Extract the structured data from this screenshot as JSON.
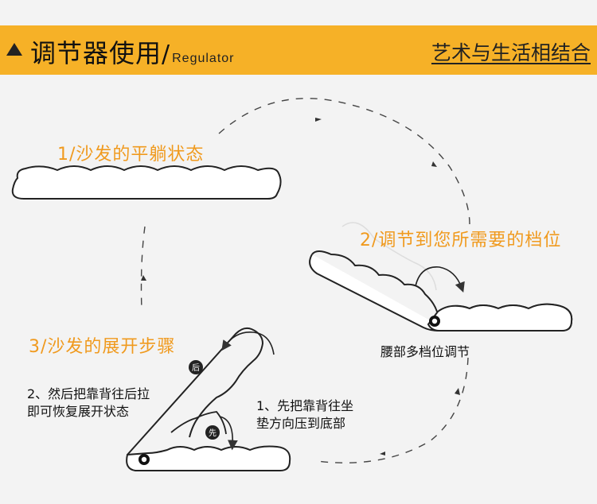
{
  "header": {
    "title_cn": "调节器使用",
    "slash": "/",
    "title_en": "Regulator",
    "slogan": "艺术与生活相结合"
  },
  "steps": {
    "step1": "1/沙发的平躺状态",
    "step2": "2/调节到您所需要的档位",
    "step3": "3/沙发的展开步骤"
  },
  "notes": {
    "waist": "腰部多档位调节",
    "first_instruction_line1": "1、先把靠背往坐",
    "first_instruction_line2": "垫方向压到底部",
    "then_instruction_line1": "2、然后把靠背往后拉",
    "then_instruction_line2": "即可恢复展开状态"
  },
  "badges": {
    "first": "先",
    "then": "后"
  },
  "colors": {
    "banner": "#f6b127",
    "step_text": "#f09a1e",
    "line": "#222222",
    "background": "#f3f3f3"
  }
}
